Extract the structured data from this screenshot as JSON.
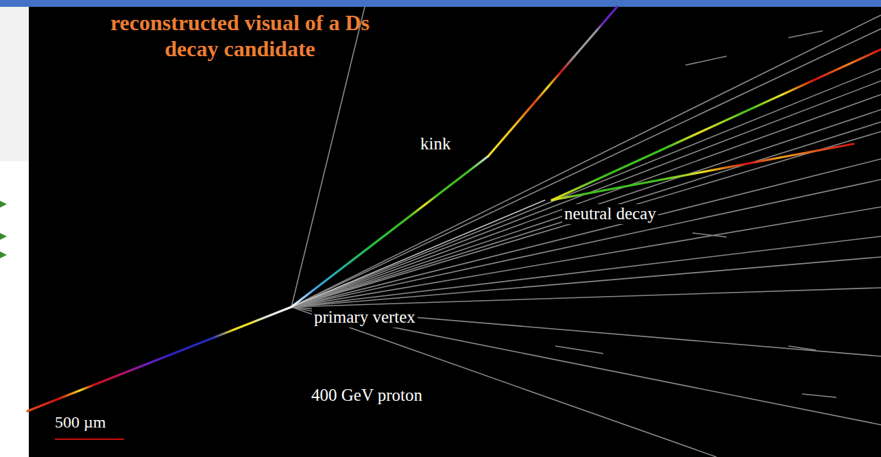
{
  "diagram": {
    "title": "reconstructed visual of a Ds decay candidate",
    "labels": [
      "kink",
      "neutral decay",
      "primary vertex",
      "400 GeV proton",
      "500 µm"
    ]
  }
}
